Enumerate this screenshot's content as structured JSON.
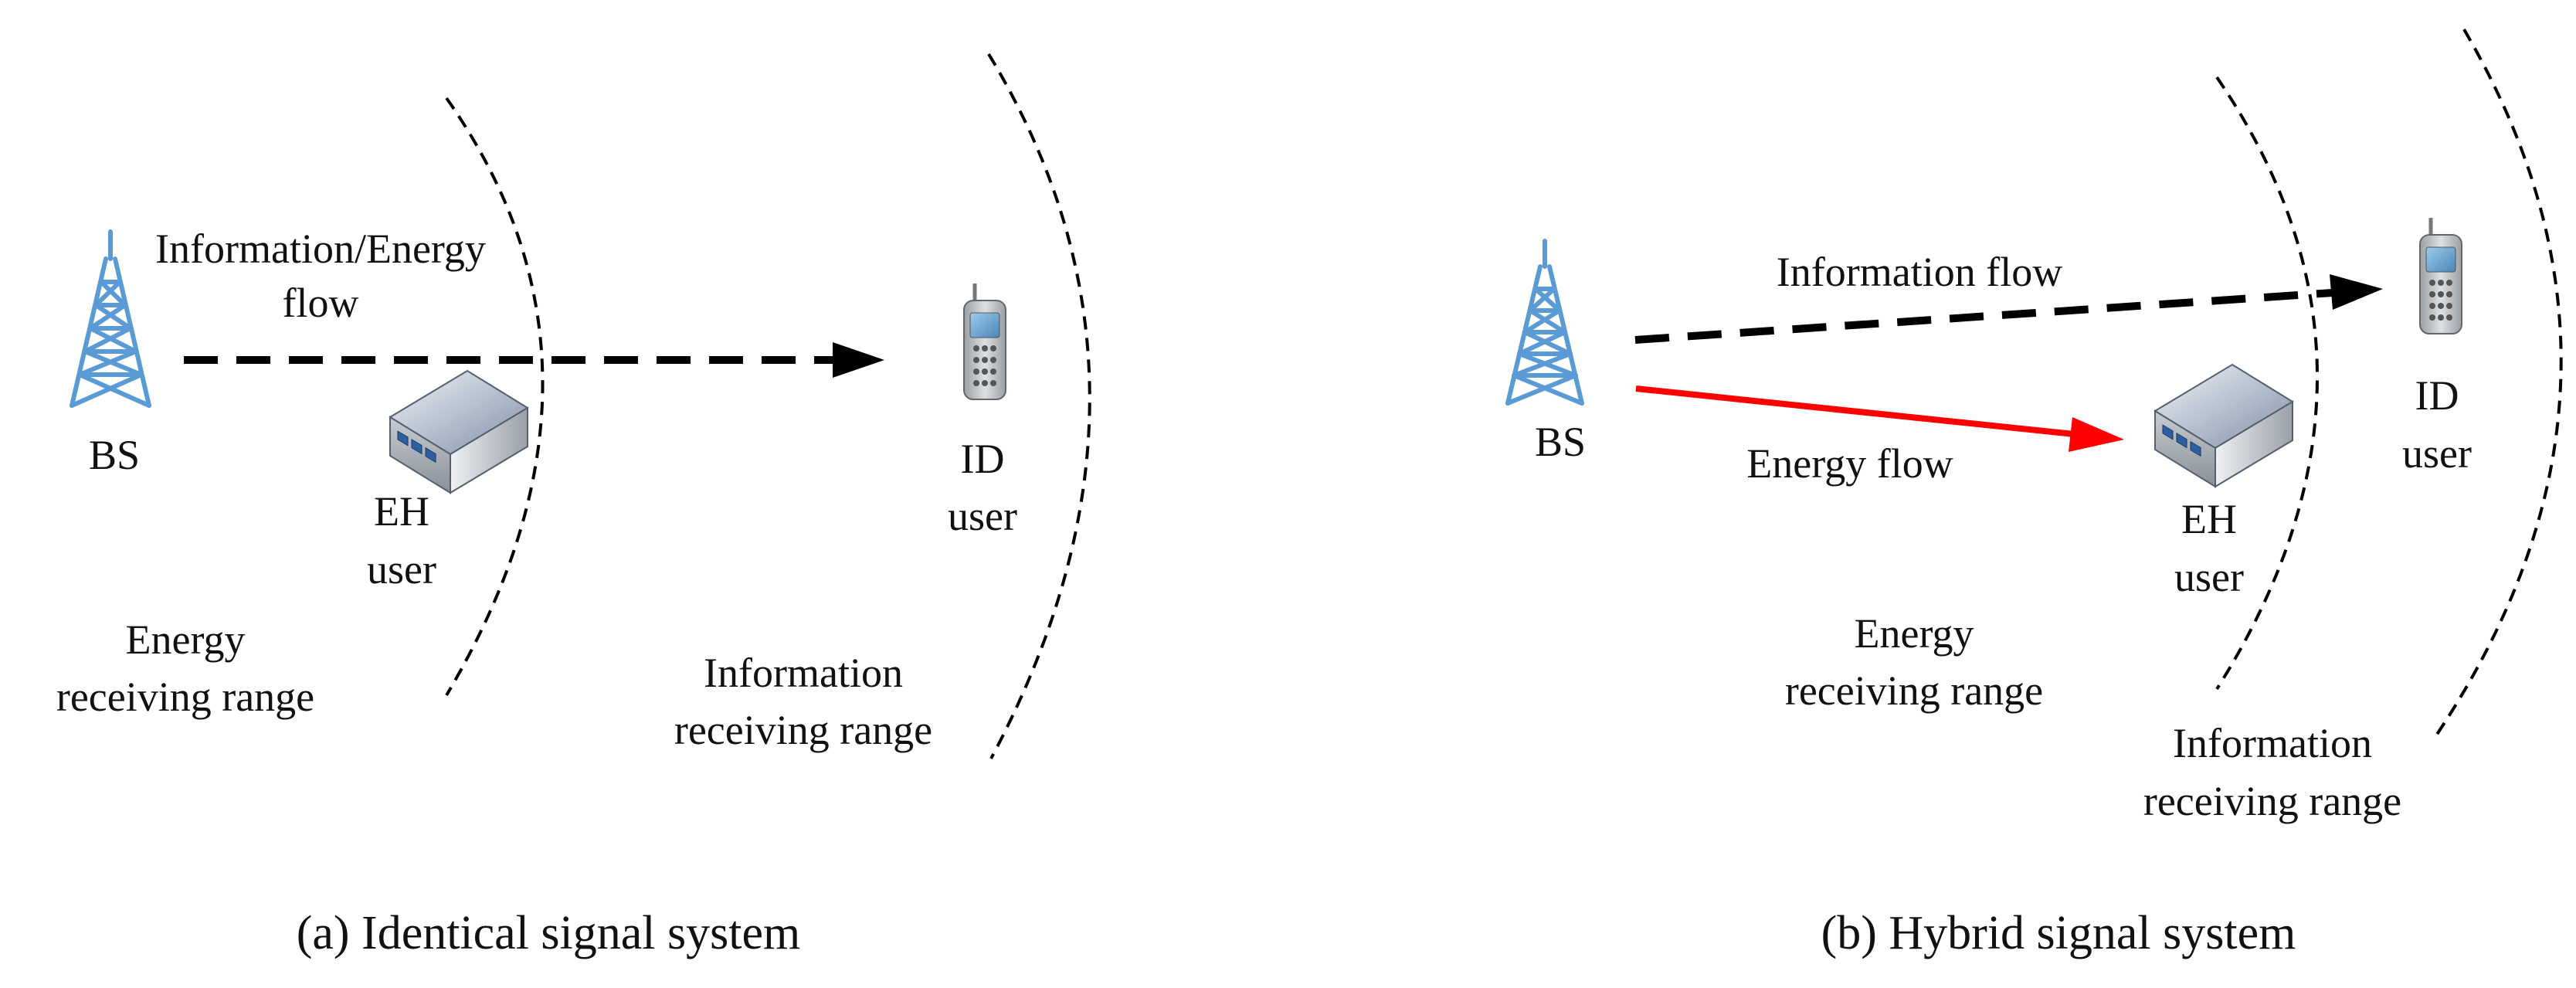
{
  "colors": {
    "tower": "#5b9bd5",
    "info_arrow": "#000000",
    "energy_arrow": "#ff0000",
    "range_arc": "#000000"
  },
  "icons": [
    "base-station-tower-icon",
    "eh-device-icon",
    "mobile-phone-icon"
  ],
  "panel_a": {
    "caption": "(a) Identical signal system",
    "bs_label": "BS",
    "flow_label_line1": "Information/Energy",
    "flow_label_line2": "flow",
    "eh_label_line1": "EH",
    "eh_label_line2": "user",
    "id_label_line1": "ID",
    "id_label_line2": "user",
    "energy_range_line1": "Energy",
    "energy_range_line2": "receiving range",
    "info_range_line1": "Information",
    "info_range_line2": "receiving range"
  },
  "panel_b": {
    "caption": "(b) Hybrid signal system",
    "bs_label": "BS",
    "info_flow_label": "Information flow",
    "energy_flow_label": "Energy flow",
    "eh_label_line1": "EH",
    "eh_label_line2": "user",
    "id_label_line1": "ID",
    "id_label_line2": "user",
    "energy_range_line1": "Energy",
    "energy_range_line2": "receiving range",
    "info_range_line1": "Information",
    "info_range_line2": "receiving range"
  }
}
